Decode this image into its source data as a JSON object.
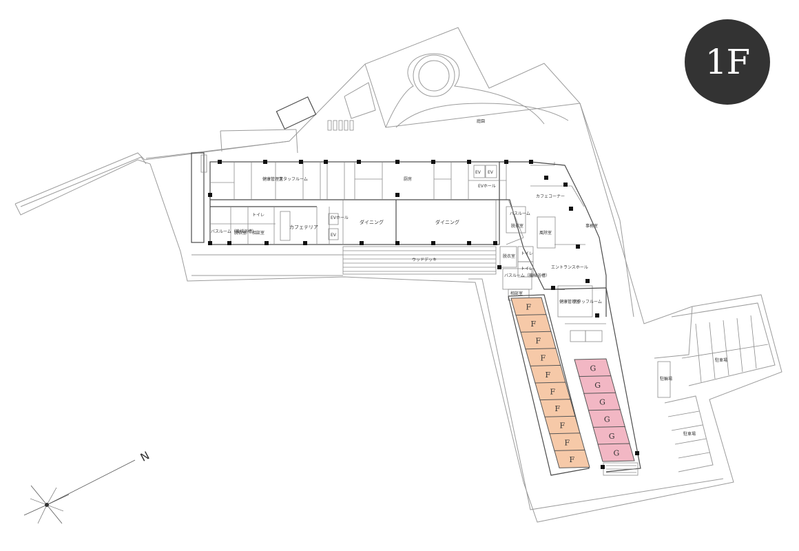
{
  "floor": {
    "label": "1F",
    "badge_color": "#333333"
  },
  "compass": {
    "north_label": "N"
  },
  "colors": {
    "unit_f": "#f6c9a8",
    "unit_g": "#f2b7c4"
  },
  "rooms": {
    "garden": "庭園",
    "health_mgmt": "健康管理室",
    "staff_room": "スタッフルーム",
    "bath_left": "バスルーム（機械浴槽）",
    "dressing_left": "脱衣室",
    "toilet_left": "トイレ",
    "consult_left": "相談室",
    "cafeteria": "カフェテリア",
    "ev_hall_left": "EVホール",
    "ev_left": "EV",
    "kitchen": "厨房",
    "dining_1": "ダイニング",
    "dining_2": "ダイニング",
    "ev_1": "EV",
    "ev_2": "EV",
    "ev_hall_right": "EVホール",
    "cafe_corner": "カフェコーナー",
    "bath_right": "バスルーム",
    "dressing_right": "脱衣室",
    "office": "事務室",
    "wind_room": "風除室",
    "wood_deck": "ウッドデッキ",
    "dressing_2": "脱衣室",
    "toilet_2": "トイレ",
    "toilet_3": "トイレ",
    "entrance_hall": "エントランスホール",
    "bath_mech": "バスルーム（機械浴槽）",
    "consult_right": "相談室",
    "health_mgmt_2": "健康管理室",
    "staff_room_2": "スタッフルーム",
    "bike_parking": "駐輪場",
    "parking_1": "駐車場",
    "parking_2": "駐車場"
  },
  "units_f": [
    "F",
    "F",
    "F",
    "F",
    "F",
    "F",
    "F",
    "F",
    "F",
    "F"
  ],
  "units_g": [
    "G",
    "G",
    "G",
    "G",
    "G",
    "G"
  ]
}
